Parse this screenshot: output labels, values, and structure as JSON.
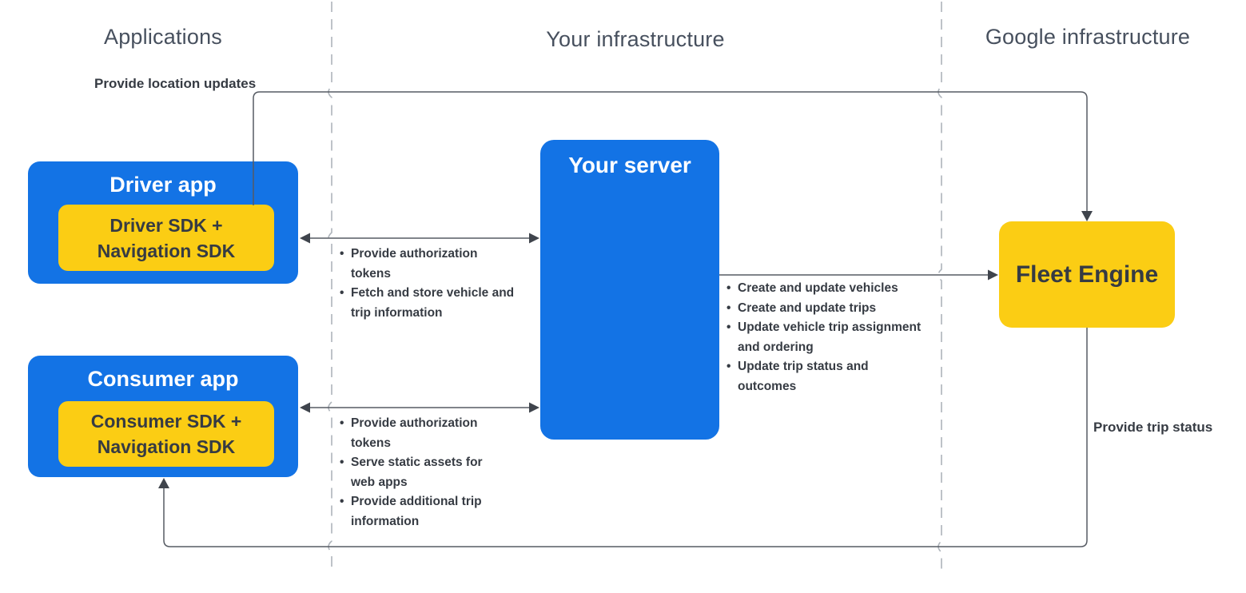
{
  "columns": [
    {
      "label": "Applications"
    },
    {
      "label": "Your infrastructure"
    },
    {
      "label": "Google infrastructure"
    }
  ],
  "nodes": {
    "driver_app": {
      "title": "Driver app",
      "sdk": "Driver SDK + Navigation SDK"
    },
    "consumer_app": {
      "title": "Consumer app",
      "sdk": "Consumer SDK + Navigation SDK"
    },
    "your_server": {
      "title": "Your server"
    },
    "fleet_engine": {
      "title": "Fleet Engine"
    }
  },
  "edges": {
    "location_updates": {
      "label": "Provide location updates",
      "from": "Driver app",
      "to": "Fleet Engine"
    },
    "trip_status": {
      "label": "Provide trip status",
      "from": "Fleet Engine",
      "to": "Consumer app"
    },
    "driver_server": {
      "bullets": [
        "Provide authorization tokens",
        "Fetch and store vehicle and trip information"
      ]
    },
    "consumer_server": {
      "bullets": [
        "Provide authorization tokens",
        "Serve static assets for web apps",
        "Provide additional trip information"
      ]
    },
    "server_fleet": {
      "bullets": [
        "Create and update vehicles",
        "Create and update trips",
        "Update vehicle trip assignment and ordering",
        "Update trip status and outcomes"
      ]
    }
  },
  "colors": {
    "blue": "#1373E5",
    "yellow": "#FBCD14",
    "dark": "#363B43",
    "header": "#47505E",
    "line": "#565B63",
    "arrow": "#3F444C",
    "dashed": "#AEB4BB",
    "white": "#FFFFFF"
  }
}
